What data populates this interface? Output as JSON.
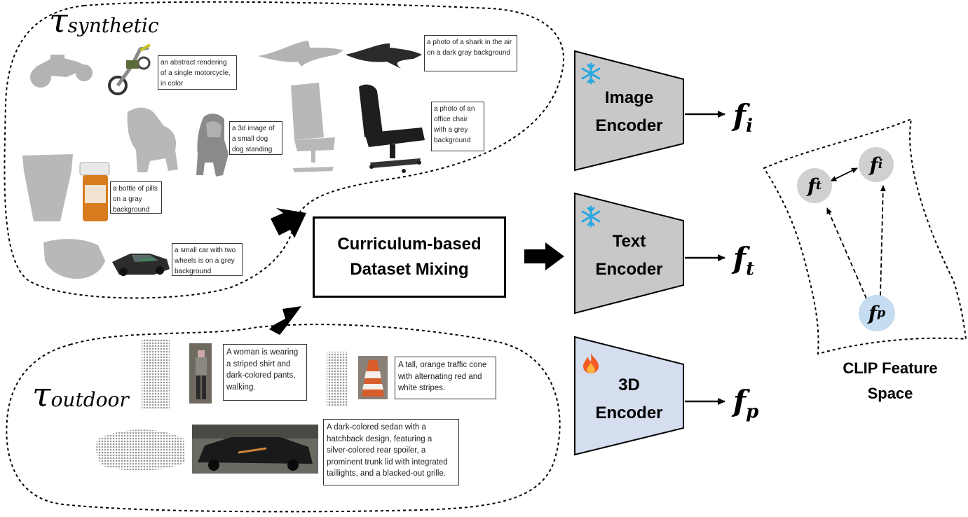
{
  "synthetic": {
    "tau_symbol": "τ",
    "tau_sub": "synthetic",
    "captions": {
      "motorcycle": "an abstract rendering of a single motorcycle, in color",
      "shark": "a photo of a shark in the air on a dark gray background",
      "dog": "a 3d image of a small dog dog standing",
      "chair": "a photo of an office chair with a grey background",
      "pills": "a bottle of pills on a gray background",
      "car": "a small car with two wheels is on a grey background"
    }
  },
  "outdoor": {
    "tau_symbol": "τ",
    "tau_sub": "outdoor",
    "captions": {
      "woman": "A woman is wearing a striped shirt and dark-colored pants, walking.",
      "cone": "A tall, orange traffic cone with alternating red and white stripes.",
      "sedan": "A dark-colored sedan with a hatchback design, featuring a silver-colored rear spoiler, a prominent trunk lid with integrated taillights, and a blacked-out grille."
    }
  },
  "mixing": {
    "line1": "Curriculum-based",
    "line2": "Dataset Mixing"
  },
  "encoders": {
    "image": {
      "line1": "Image",
      "line2": "Encoder",
      "status_icon": "snowflake-icon",
      "fill": "#c8c8c8"
    },
    "text": {
      "line1": "Text",
      "line2": "Encoder",
      "status_icon": "snowflake-icon",
      "fill": "#c8c8c8"
    },
    "pc": {
      "line1": "3D",
      "line2": "Encoder",
      "status_icon": "fire-icon",
      "fill": "#d5deee"
    }
  },
  "features": {
    "f": "f",
    "image_sub": "i",
    "text_sub": "t",
    "pc_sub": "p"
  },
  "clip_space": {
    "line1": "CLIP Feature",
    "line2": "Space",
    "node_fill_gray": "#d0d0d0",
    "node_fill_blue": "#c6dcf0"
  }
}
